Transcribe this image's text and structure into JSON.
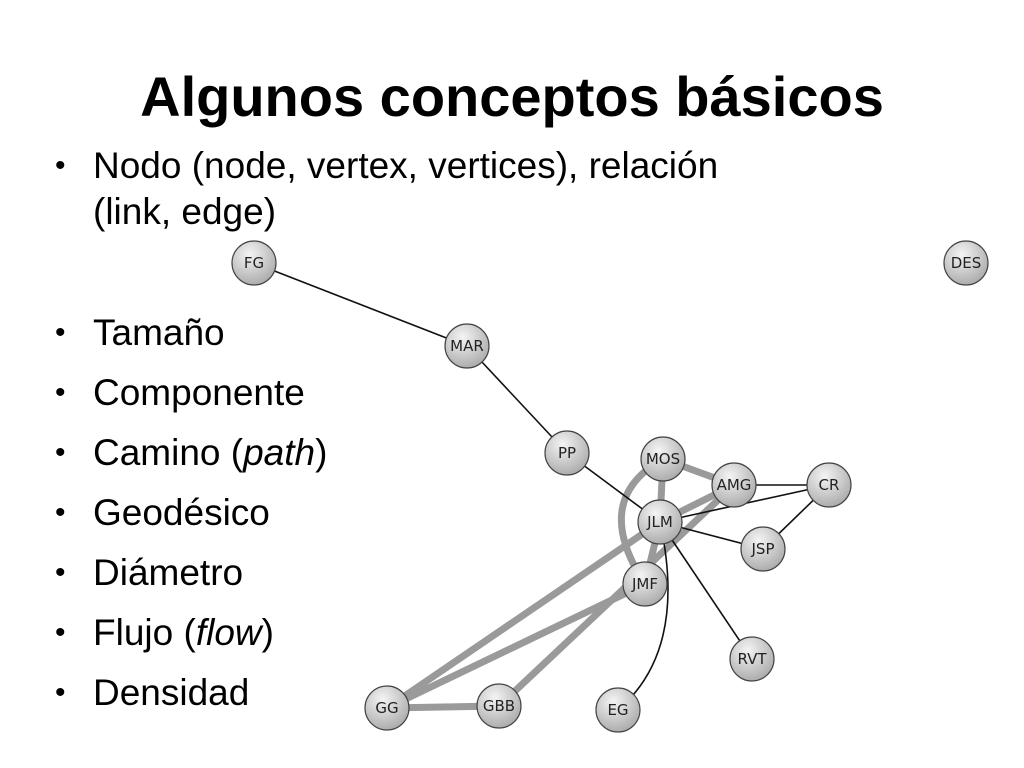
{
  "title": "Algunos conceptos básicos",
  "bullets": {
    "first": {
      "main": "Nodo (node, vertex, vertices), relación",
      "cont": "(link, edge)"
    },
    "size": "Tamaño",
    "component": "Componente",
    "path": {
      "pre": "Camino (",
      "em": "path",
      "post": ")"
    },
    "geodesic": "Geodésico",
    "diameter": "Diámetro",
    "flow": {
      "pre": "Flujo (",
      "em": "flow",
      "post": ")"
    },
    "density": "Densidad"
  },
  "graph": {
    "nodes": [
      {
        "id": "FG",
        "label": "FG"
      },
      {
        "id": "DES",
        "label": "DES"
      },
      {
        "id": "MAR",
        "label": "MAR"
      },
      {
        "id": "PP",
        "label": "PP"
      },
      {
        "id": "MOS",
        "label": "MOS"
      },
      {
        "id": "AMG",
        "label": "AMG"
      },
      {
        "id": "CR",
        "label": "CR"
      },
      {
        "id": "JLM",
        "label": "JLM"
      },
      {
        "id": "JSP",
        "label": "JSP"
      },
      {
        "id": "JMF",
        "label": "JMF"
      },
      {
        "id": "RVT",
        "label": "RVT"
      },
      {
        "id": "GG",
        "label": "GG"
      },
      {
        "id": "GBB",
        "label": "GBB"
      },
      {
        "id": "EG",
        "label": "EG"
      }
    ],
    "edges": [
      {
        "from": "FG",
        "to": "MAR",
        "weight": "thin"
      },
      {
        "from": "MAR",
        "to": "PP",
        "weight": "thin"
      },
      {
        "from": "PP",
        "to": "JLM",
        "weight": "thin"
      },
      {
        "from": "AMG",
        "to": "CR",
        "weight": "thin"
      },
      {
        "from": "JLM",
        "to": "CR",
        "weight": "thin"
      },
      {
        "from": "JSP",
        "to": "CR",
        "weight": "thin"
      },
      {
        "from": "JLM",
        "to": "JSP",
        "weight": "thin"
      },
      {
        "from": "JLM",
        "to": "RVT",
        "weight": "thin"
      },
      {
        "from": "JLM",
        "to": "EG",
        "weight": "thin",
        "curve": true
      },
      {
        "from": "MOS",
        "to": "AMG",
        "weight": "thick"
      },
      {
        "from": "MOS",
        "to": "JLM",
        "weight": "thick"
      },
      {
        "from": "MOS",
        "to": "JMF",
        "weight": "thick",
        "curve": true
      },
      {
        "from": "AMG",
        "to": "JLM",
        "weight": "thick"
      },
      {
        "from": "JLM",
        "to": "JMF",
        "weight": "thick"
      },
      {
        "from": "JLM",
        "to": "GG",
        "weight": "thick"
      },
      {
        "from": "AMG",
        "to": "GBB",
        "weight": "thick"
      },
      {
        "from": "JMF",
        "to": "GG",
        "weight": "thick"
      },
      {
        "from": "GG",
        "to": "GBB",
        "weight": "thick"
      }
    ]
  },
  "colors": {
    "thin_edge": "#111111",
    "thick_edge": "#9a9a9a",
    "node_fill_light": "#f4f4f4",
    "node_fill_dark": "#a8a8a8",
    "node_stroke": "#444444"
  }
}
